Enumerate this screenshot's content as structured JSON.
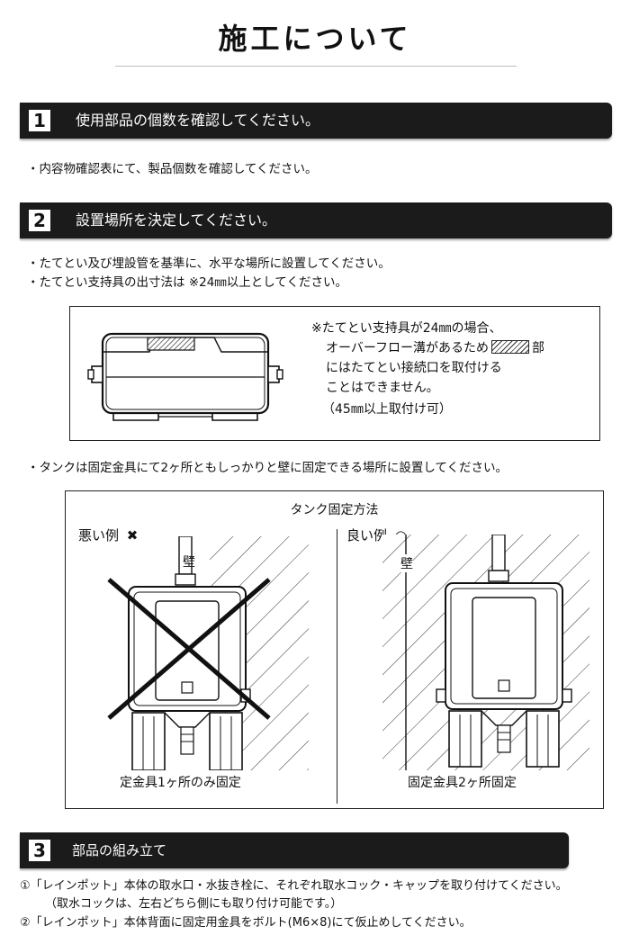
{
  "page_title": "施工について",
  "steps": [
    {
      "num": "1",
      "label": "使用部品の個数を確認してください。"
    },
    {
      "num": "2",
      "label": "設置場所を決定してください。"
    },
    {
      "num": "3",
      "label": "部品の組み立て"
    }
  ],
  "step1_text": "・内容物確認表にて、製品個数を確認してください。",
  "step2": {
    "line1": "・たてとい及び埋設管を基準に、水平な場所に設置してください。",
    "line2": "・たてとい支持具の出寸法は ※24㎜以上としてください。",
    "note_line1": "※たてとい支持具が24㎜の場合、",
    "note_line2_before": "オーバーフロー溝があるため",
    "note_line2_after": "部",
    "note_line3": "にはたてとい接続口を取付ける",
    "note_line4": "ことはできません。",
    "note_line5": "（45㎜以上取付け可）",
    "line3": "・タンクは固定金具にて2ヶ所ともしっかりと壁に固定できる場所に設置してください。"
  },
  "fixing": {
    "title": "タンク固定方法",
    "bad_label": "悪い例",
    "bad_mark": "✖",
    "good_label": "良い例",
    "good_mark": "○",
    "wall_label": "壁",
    "bad_caption": "定金具1ヶ所のみ固定",
    "good_caption": "固定金具2ヶ所固定"
  },
  "step3": {
    "line1": "①「レインポット」本体の取水口・水抜き栓に、それぞれ取水コック・キャップを取り付けてください。",
    "line2": "（取水コックは、左右どちら側にも取り付け可能です。）",
    "line3": "②「レインポット」本体背面に固定用金具をボルト(M6×8)にて仮止めしてください。"
  }
}
